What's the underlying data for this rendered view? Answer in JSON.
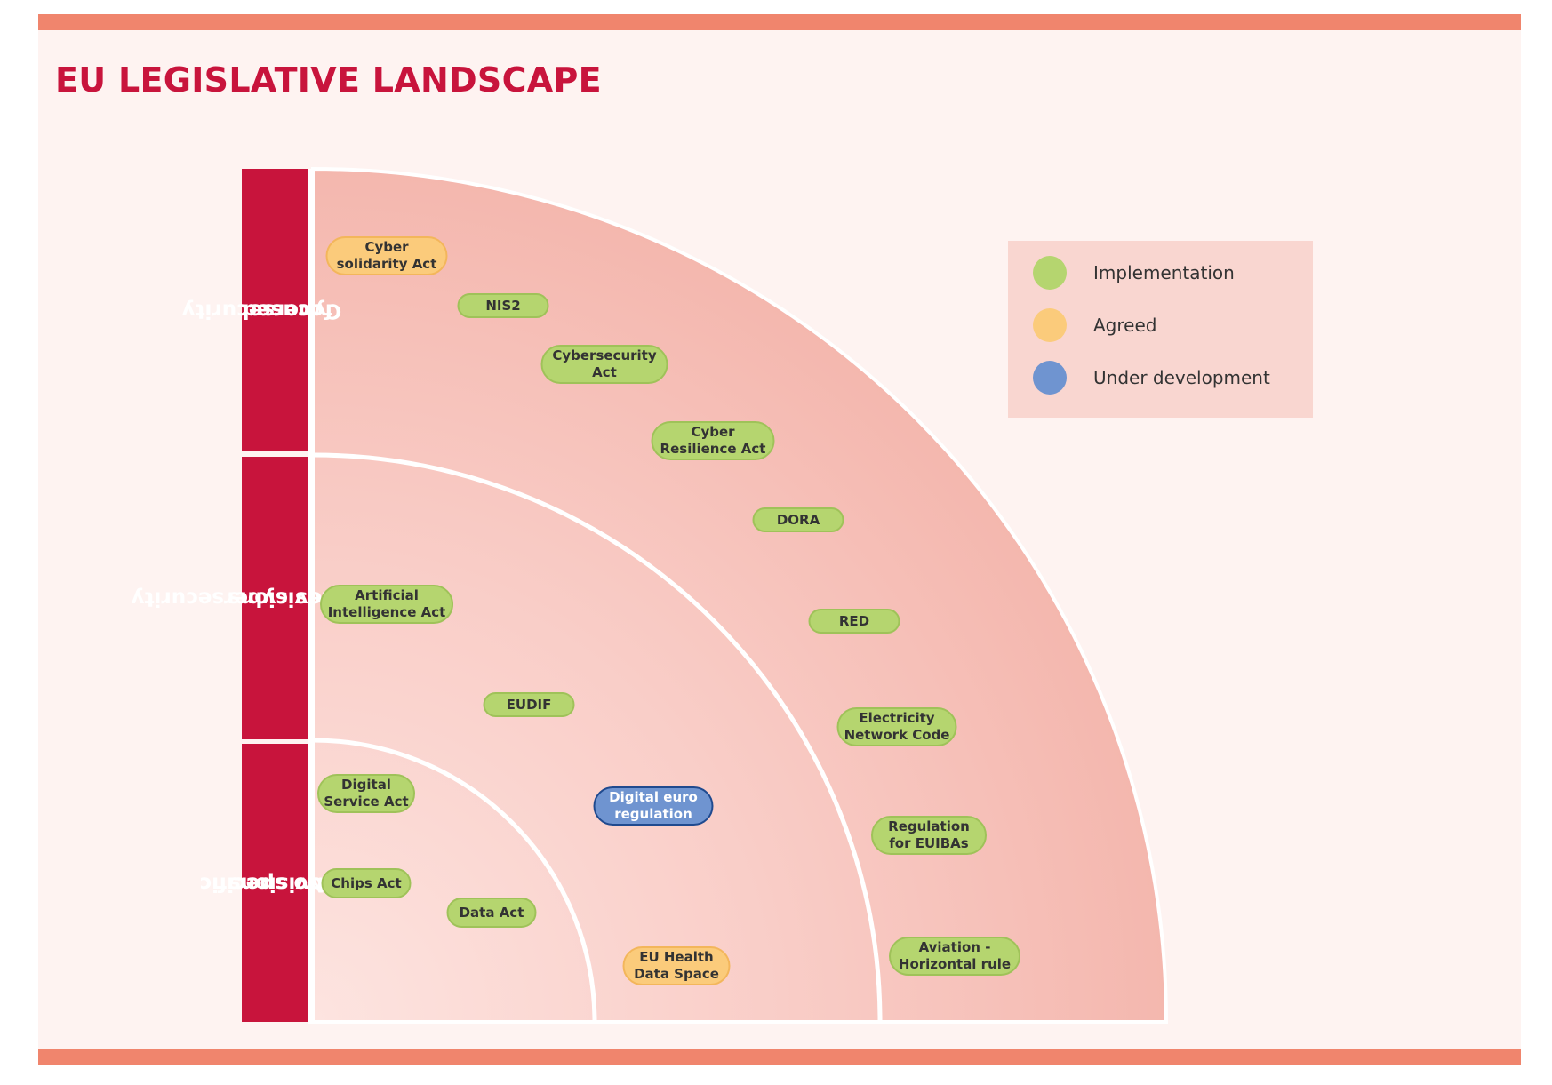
{
  "title": "EU LEGISLATIVE LANDSCAPE",
  "colors": {
    "accent": "#c8143c",
    "frame_bar": "#f0856d",
    "implementation": "#b5d56f",
    "agreed": "#fbcb7b",
    "under_development": "#6f94d0"
  },
  "rows": [
    {
      "label": "Cybersecurity focused",
      "lines": [
        "Cybersecurity",
        "focused"
      ]
    },
    {
      "label": "Includes cybersecurity provisions",
      "lines": [
        "Includes cybersecurity",
        "provisions"
      ]
    },
    {
      "label": "No specific provisions",
      "lines": [
        "No specific",
        "provisions"
      ]
    }
  ],
  "legend": {
    "implementation": "Implementation",
    "agreed": "Agreed",
    "under_development": "Under development"
  },
  "items": {
    "cyber_solidarity_act": {
      "line1": "Cyber",
      "line2": "solidarity Act",
      "status": "agreed"
    },
    "nis2": {
      "line1": "NIS2",
      "status": "implementation"
    },
    "cybersecurity_act": {
      "line1": "Cybersecurity",
      "line2": "Act",
      "status": "implementation"
    },
    "cyber_resilience_act": {
      "line1": "Cyber",
      "line2": "Resilience Act",
      "status": "implementation"
    },
    "dora": {
      "line1": "DORA",
      "status": "implementation"
    },
    "red": {
      "line1": "RED",
      "status": "implementation"
    },
    "electricity_network_code": {
      "line1": "Electricity",
      "line2": "Network Code",
      "status": "implementation"
    },
    "regulation_for_euibas": {
      "line1": "Regulation",
      "line2": "for EUIBAs",
      "status": "implementation"
    },
    "aviation_horizontal_rule": {
      "line1": "Aviation -",
      "line2": "Horizontal rule",
      "status": "implementation"
    },
    "artificial_intelligence_act": {
      "line1": "Artificial",
      "line2": "Intelligence Act",
      "status": "implementation"
    },
    "eudif": {
      "line1": "EUDIF",
      "status": "implementation"
    },
    "digital_euro_regulation": {
      "line1": "Digital euro",
      "line2": "regulation",
      "status": "under_development"
    },
    "digital_service_act": {
      "line1": "Digital",
      "line2": "Service Act",
      "status": "implementation"
    },
    "chips_act": {
      "line1": "Chips Act",
      "status": "implementation"
    },
    "data_act": {
      "line1": "Data Act",
      "status": "implementation"
    },
    "eu_health_data_space": {
      "line1": "EU Health",
      "line2": "Data Space",
      "status": "agreed"
    }
  }
}
